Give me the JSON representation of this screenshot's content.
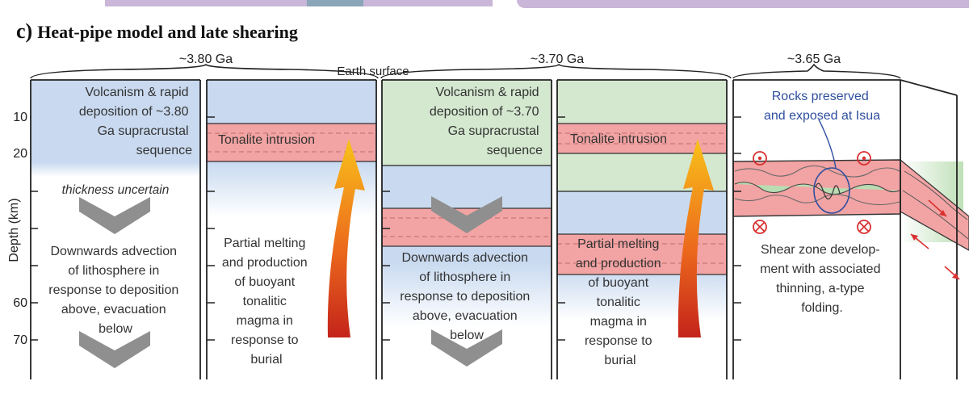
{
  "title": {
    "panel": "c)",
    "text": "Heat-pipe model and late shearing"
  },
  "ages": [
    "~3.80 Ga",
    "~3.70 Ga",
    "~3.65 Ga"
  ],
  "earth_surface": "Earth surface",
  "axis": {
    "label": "Depth (km)",
    "ticks": [
      {
        "depth": 10,
        "label": "10"
      },
      {
        "depth": 20,
        "label": "20"
      },
      {
        "depth": 60,
        "label": "60"
      },
      {
        "depth": 70,
        "label": "70"
      }
    ]
  },
  "panel1": {
    "deposition": [
      "Volcanism & rapid",
      "deposition of ~3.80",
      "Ga supracrustal",
      "sequence"
    ],
    "thickness": "thickness uncertain",
    "advection": [
      "Downwards advection",
      "of lithosphere in",
      "response to deposition",
      "above, evacuation",
      "below"
    ]
  },
  "panel2": {
    "intrusion": "Tonalite intrusion",
    "melting": [
      "Partial melting",
      "and production",
      "of buoyant",
      "tonalitic",
      "magma in",
      "response to",
      "burial"
    ]
  },
  "panel3": {
    "deposition": [
      "Volcanism & rapid",
      "deposition of ~3.70",
      "Ga supracrustal",
      "sequence"
    ],
    "advection": [
      "Downwards advection",
      "of lithosphere in",
      "response to deposition",
      "above, evacuation",
      "below"
    ]
  },
  "panel4": {
    "intrusion": "Tonalite intrusion",
    "melting": [
      "Partial melting",
      "and production",
      "of buoyant",
      "tonalitic",
      "magma in",
      "response to",
      "burial"
    ]
  },
  "panel5": {
    "preserved": [
      "Rocks preserved",
      "and exposed at Isua"
    ],
    "shear": [
      "Shear zone develop-",
      "ment with associated",
      "thinning, a-type",
      "folding."
    ]
  },
  "colors": {
    "blue_fill": "#c9daf0",
    "green_fill": "#d4e8cf",
    "tonalite": "#f2a3a3",
    "gray_chevron": "#8f8f8f",
    "label_blue": "#2f4f9f",
    "symbol_red": "#d93030"
  }
}
